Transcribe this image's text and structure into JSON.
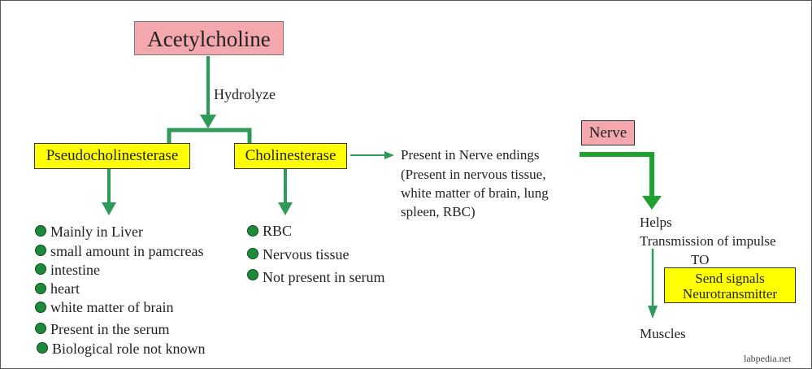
{
  "root": {
    "label": "Acetylcholine"
  },
  "hydrolyze_label": "Hydrolyze",
  "enzymes": {
    "pseudo": {
      "label": "Pseudocholinesterase",
      "items": [
        "Mainly in Liver",
        "small amount in pamcreas",
        "intestine",
        "heart",
        "white matter of brain",
        "Present in the serum",
        "Biological role not known"
      ]
    },
    "chol": {
      "label": "Cholinesterase",
      "items": [
        "RBC",
        "Nervous tissue",
        "Not present in serum"
      ]
    }
  },
  "presence": {
    "line1": "Present in Nerve endings",
    "line2": "(Present in nervous tissue,",
    "line3": "white matter of brain, lung",
    "line4": "spleen, RBC)"
  },
  "nerve": {
    "label": "Nerve",
    "helps": "Helps",
    "transmission": "Transmission of impulse",
    "to": "TO",
    "signal_line1": "Send signals",
    "signal_line2": "Neurotransmitter",
    "muscles": "Muscles"
  },
  "watermark": "labpedia.net",
  "colors": {
    "arrow_green": "#2e9a5a",
    "nerve_arrow": "#1fa12d",
    "pink_box": "#f4a8ad",
    "yellow_box": "#ffff00",
    "bullet_green": "#1d8a3a"
  }
}
